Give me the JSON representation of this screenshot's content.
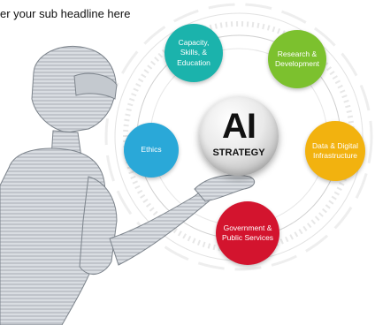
{
  "header": {
    "subheadline": "er your sub headline here"
  },
  "center": {
    "line1": "AI",
    "line2": "STRATEGY"
  },
  "nodes": [
    {
      "label": "Capacity,\nSkills, &\nEducation",
      "color": "#1bb3ac"
    },
    {
      "label": "Research &\nDevelopment",
      "color": "#7cc12e"
    },
    {
      "label": "Ethics",
      "color": "#2aa8d8"
    },
    {
      "label": "Data & Digital\nInfrastructure",
      "color": "#f2b20f"
    },
    {
      "label": "Government &\nPublic Services",
      "color": "#d3142e"
    }
  ],
  "decor": {
    "ring_color": "#c9c9c9",
    "robot_color": "#9aa0a8"
  }
}
